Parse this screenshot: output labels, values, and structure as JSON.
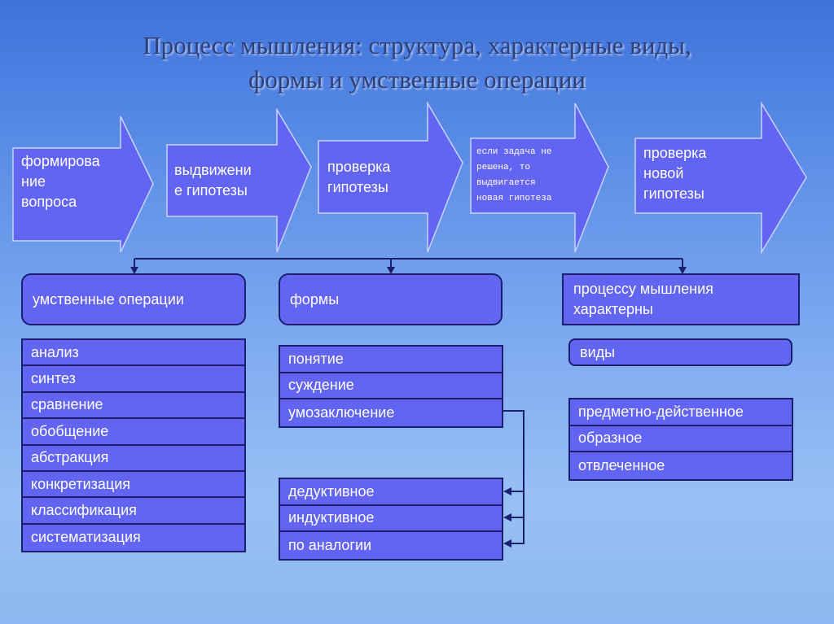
{
  "title": {
    "line1": "Процесс мышления: структура, характерные виды,",
    "line2": "формы и умственные операции"
  },
  "steps": [
    {
      "lines": [
        "формирова",
        "ние",
        "вопроса"
      ]
    },
    {
      "lines": [
        "выдвижени",
        "е гипотезы"
      ]
    },
    {
      "lines": [
        "проверка",
        "гипотезы"
      ]
    },
    {
      "lines": [
        "если задача  не",
        "решена, то",
        "выдвигается",
        "новая гипотеза"
      ]
    },
    {
      "lines": [
        "проверка",
        "новой",
        "гипотезы"
      ]
    }
  ],
  "groups": {
    "operations": {
      "header": "умственные операции",
      "items": [
        "анализ",
        "синтез",
        "сравнение",
        "обобщение",
        "абстракция",
        "конкретизация",
        "классификация",
        "систематизация"
      ]
    },
    "forms": {
      "header": "формы",
      "items": [
        "понятие",
        "суждение",
        "умозаключение"
      ],
      "inference_types": [
        "дедуктивное",
        "индуктивное",
        "по аналогии"
      ]
    },
    "kinds": {
      "header_lines": [
        "процессу мышления",
        "характерны"
      ],
      "subheader": "виды",
      "items": [
        "предметно-действенное",
        "образное",
        "отвлеченное"
      ]
    }
  },
  "colors": {
    "fill": "#6264f2",
    "border": "#1b1f6e",
    "title": "#2f3f78"
  }
}
